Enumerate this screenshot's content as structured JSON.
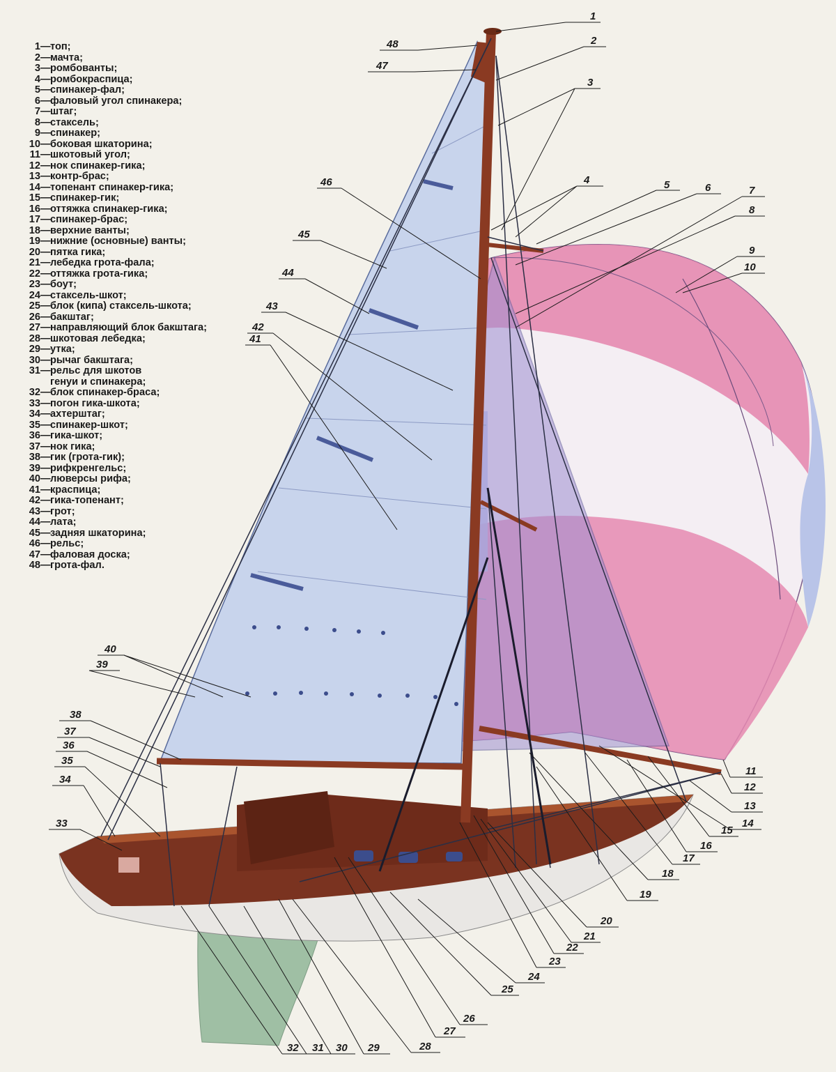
{
  "legend": [
    {
      "num": "1",
      "text": "топ;"
    },
    {
      "num": "2",
      "text": "мачта;"
    },
    {
      "num": "3",
      "text": "ромбованты;"
    },
    {
      "num": "4",
      "text": "ромбокраспица;"
    },
    {
      "num": "5",
      "text": "спинакер-фал;"
    },
    {
      "num": "6",
      "text": "фаловый угол спинакера;"
    },
    {
      "num": "7",
      "text": "штаг;"
    },
    {
      "num": "8",
      "text": "стаксель;"
    },
    {
      "num": "9",
      "text": "спинакер;"
    },
    {
      "num": "10",
      "text": "боковая шкаторина;"
    },
    {
      "num": "11",
      "text": "шкотовый угол;"
    },
    {
      "num": "12",
      "text": "нок спинакер-гика;"
    },
    {
      "num": "13",
      "text": "контр-брас;"
    },
    {
      "num": "14",
      "text": "топенант спинакер-гика;"
    },
    {
      "num": "15",
      "text": "спинакер-гик;"
    },
    {
      "num": "16",
      "text": "оттяжка спинакер-гика;"
    },
    {
      "num": "17",
      "text": "спинакер-брас;"
    },
    {
      "num": "18",
      "text": "верхние ванты;"
    },
    {
      "num": "19",
      "text": "нижние (основные) ванты;"
    },
    {
      "num": "20",
      "text": "пятка гика;"
    },
    {
      "num": "21",
      "text": "лебедка грота-фала;"
    },
    {
      "num": "22",
      "text": "оттяжка грота-гика;"
    },
    {
      "num": "23",
      "text": "боут;"
    },
    {
      "num": "24",
      "text": "стаксель-шкот;"
    },
    {
      "num": "25",
      "text": "блок (кипа) стаксель-шкота;"
    },
    {
      "num": "26",
      "text": "бакштаг;"
    },
    {
      "num": "27",
      "text": "направляющий блок бакштага;"
    },
    {
      "num": "28",
      "text": "шкотовая лебедка;"
    },
    {
      "num": "29",
      "text": "утка;"
    },
    {
      "num": "30",
      "text": "рычаг бакштага;"
    },
    {
      "num": "31",
      "text": "рельс для шкотов\nгенуи и спинакера;"
    },
    {
      "num": "32",
      "text": "блок спинакер-браса;"
    },
    {
      "num": "33",
      "text": "погон гика-шкота;"
    },
    {
      "num": "34",
      "text": "ахтерштаг;"
    },
    {
      "num": "35",
      "text": "спинакер-шкот;"
    },
    {
      "num": "36",
      "text": "гика-шкот;"
    },
    {
      "num": "37",
      "text": "нок гика;"
    },
    {
      "num": "38",
      "text": "гик (грота-гик);"
    },
    {
      "num": "39",
      "text": "рифкренгельс;"
    },
    {
      "num": "40",
      "text": "люверсы рифа;"
    },
    {
      "num": "41",
      "text": "краспица;"
    },
    {
      "num": "42",
      "text": "гика-топенант;"
    },
    {
      "num": "43",
      "text": "грот;"
    },
    {
      "num": "44",
      "text": "лата;"
    },
    {
      "num": "45",
      "text": "задняя шкаторина;"
    },
    {
      "num": "46",
      "text": "рельс;"
    },
    {
      "num": "47",
      "text": "фаловая доска;"
    },
    {
      "num": "48",
      "text": "грота-фал."
    }
  ],
  "colors": {
    "background": "#f3f1ea",
    "mainsail": "#c8d4ec",
    "spinnaker_pink": "#e58ab0",
    "spinnaker_light": "#f4eef3",
    "spinnaker_blue": "#b9c4e8",
    "mast_wood": "#8a3a22",
    "hull_white": "#e9e7e4",
    "hull_wood": "#7a3320",
    "keel_green": "#9fbfa4",
    "rigging": "#2b2f44"
  },
  "callouts": [
    {
      "num": "1"
    },
    {
      "num": "2"
    },
    {
      "num": "3"
    },
    {
      "num": "4"
    },
    {
      "num": "5"
    },
    {
      "num": "6"
    },
    {
      "num": "7"
    },
    {
      "num": "8"
    },
    {
      "num": "9"
    },
    {
      "num": "10"
    },
    {
      "num": "11"
    },
    {
      "num": "12"
    },
    {
      "num": "13"
    },
    {
      "num": "14"
    },
    {
      "num": "15"
    },
    {
      "num": "16"
    },
    {
      "num": "17"
    },
    {
      "num": "18"
    },
    {
      "num": "19"
    },
    {
      "num": "20"
    },
    {
      "num": "21"
    },
    {
      "num": "22"
    },
    {
      "num": "23"
    },
    {
      "num": "24"
    },
    {
      "num": "25"
    },
    {
      "num": "26"
    },
    {
      "num": "27"
    },
    {
      "num": "28"
    },
    {
      "num": "29"
    },
    {
      "num": "30"
    },
    {
      "num": "31"
    },
    {
      "num": "32"
    },
    {
      "num": "33"
    },
    {
      "num": "34"
    },
    {
      "num": "35"
    },
    {
      "num": "36"
    },
    {
      "num": "37"
    },
    {
      "num": "38"
    },
    {
      "num": "39"
    },
    {
      "num": "40"
    },
    {
      "num": "41"
    },
    {
      "num": "42"
    },
    {
      "num": "43"
    },
    {
      "num": "44"
    },
    {
      "num": "45"
    },
    {
      "num": "46"
    },
    {
      "num": "47"
    },
    {
      "num": "48"
    }
  ]
}
